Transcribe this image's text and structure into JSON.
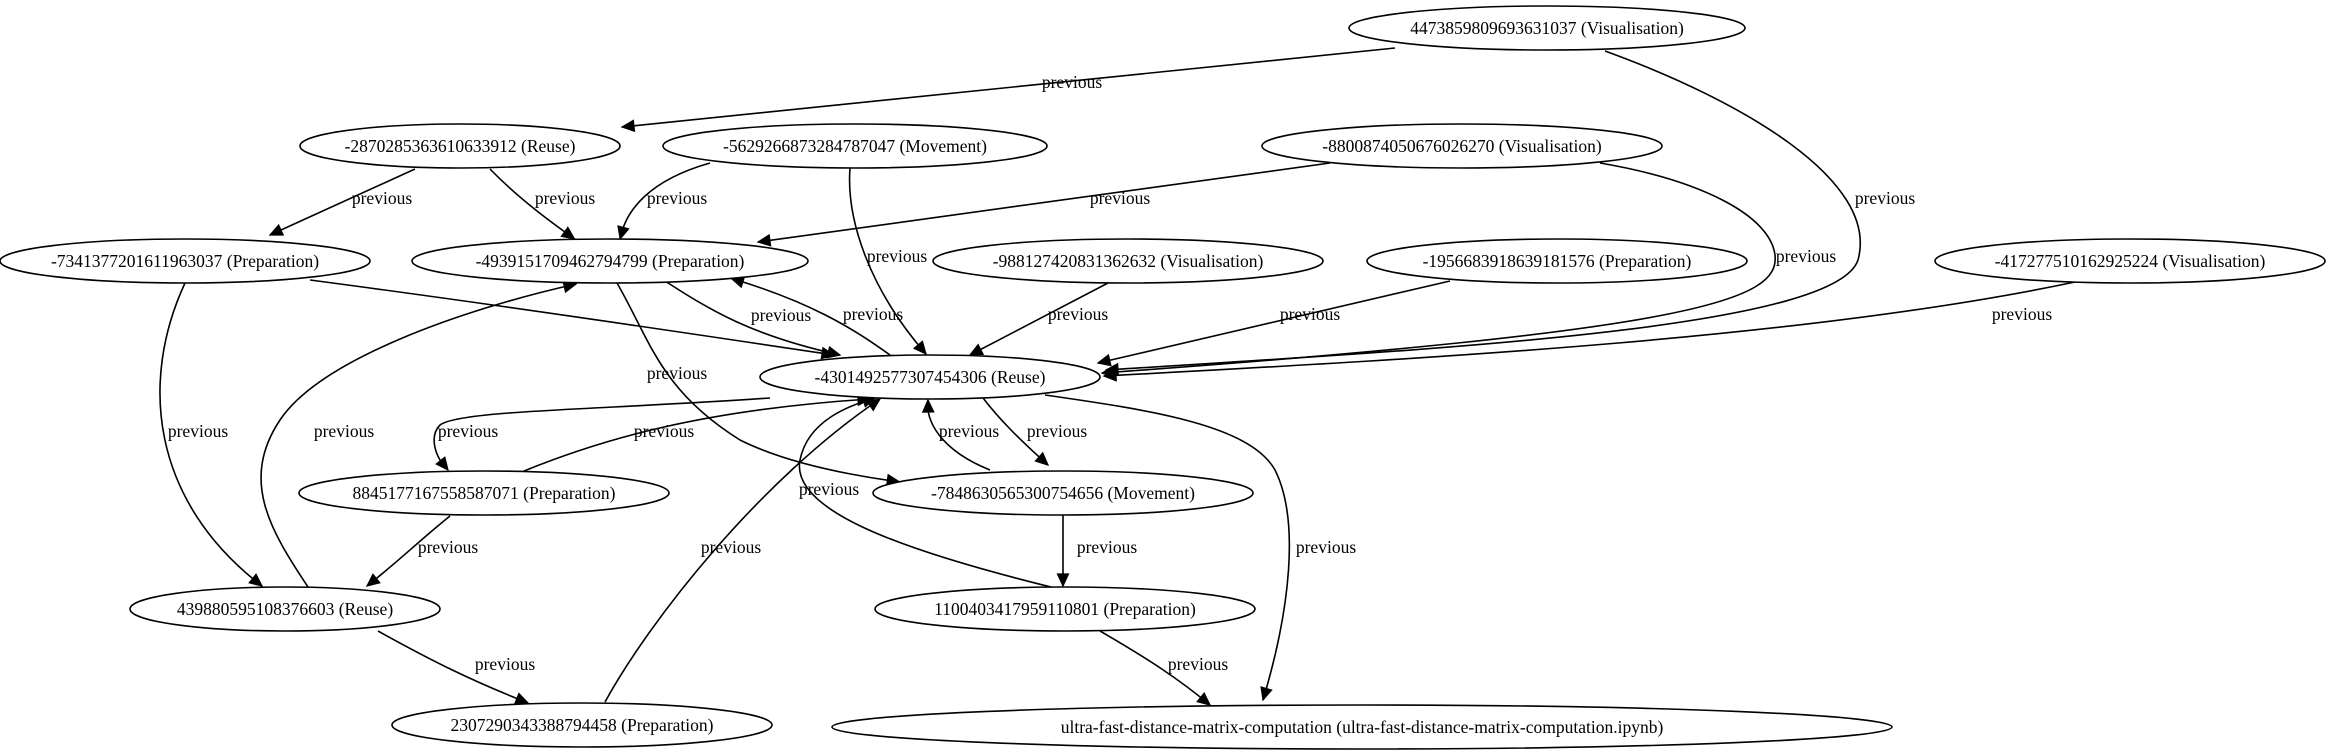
{
  "edge_label": "previous",
  "nodes": [
    {
      "id": "n_vis_447",
      "label": "4473859809693631037 (Visualisation)"
    },
    {
      "id": "n_reuse_287",
      "label": "-2870285363610633912 (Reuse)"
    },
    {
      "id": "n_mov_562",
      "label": "-5629266873284787047 (Movement)"
    },
    {
      "id": "n_vis_880",
      "label": "-8800874050676026270 (Visualisation)"
    },
    {
      "id": "n_prep_734",
      "label": "-7341377201611963037 (Preparation)"
    },
    {
      "id": "n_prep_493",
      "label": "-4939151709462794799 (Preparation)"
    },
    {
      "id": "n_vis_988",
      "label": "-988127420831362632 (Visualisation)"
    },
    {
      "id": "n_prep_195",
      "label": "-1956683918639181576 (Preparation)"
    },
    {
      "id": "n_vis_417",
      "label": "-417277510162925224 (Visualisation)"
    },
    {
      "id": "n_reuse_430",
      "label": "-4301492577307454306 (Reuse)"
    },
    {
      "id": "n_prep_884",
      "label": "8845177167558587071 (Preparation)"
    },
    {
      "id": "n_mov_784",
      "label": "-7848630565300754656 (Movement)"
    },
    {
      "id": "n_reuse_439",
      "label": "439880595108376603 (Reuse)"
    },
    {
      "id": "n_prep_110",
      "label": "1100403417959110801 (Preparation)"
    },
    {
      "id": "n_prep_230",
      "label": "2307290343388794458 (Preparation)"
    },
    {
      "id": "n_notebook",
      "label": "ultra-fast-distance-matrix-computation (ultra-fast-distance-matrix-computation.ipynb)"
    }
  ],
  "edges": [
    {
      "from": "n_vis_447",
      "to": "n_reuse_287",
      "label": "previous"
    },
    {
      "from": "n_vis_447",
      "to": "n_reuse_430",
      "label": "previous"
    },
    {
      "from": "n_reuse_287",
      "to": "n_prep_734",
      "label": "previous"
    },
    {
      "from": "n_reuse_287",
      "to": "n_prep_493",
      "label": "previous"
    },
    {
      "from": "n_mov_562",
      "to": "n_prep_493",
      "label": "previous"
    },
    {
      "from": "n_mov_562",
      "to": "n_reuse_430",
      "label": "previous"
    },
    {
      "from": "n_vis_880",
      "to": "n_prep_493",
      "label": "previous"
    },
    {
      "from": "n_vis_880",
      "to": "n_reuse_430",
      "label": "previous"
    },
    {
      "from": "n_prep_734",
      "to": "n_reuse_430",
      "label": "previous"
    },
    {
      "from": "n_prep_734",
      "to": "n_reuse_439",
      "label": "previous"
    },
    {
      "from": "n_prep_493",
      "to": "n_reuse_430",
      "label": "previous"
    },
    {
      "from": "n_prep_493",
      "to": "n_mov_784",
      "label": "previous"
    },
    {
      "from": "n_reuse_430",
      "to": "n_prep_493",
      "label": "previous"
    },
    {
      "from": "n_vis_988",
      "to": "n_reuse_430",
      "label": "previous"
    },
    {
      "from": "n_prep_195",
      "to": "n_reuse_430",
      "label": "previous"
    },
    {
      "from": "n_vis_417",
      "to": "n_reuse_430",
      "label": "previous"
    },
    {
      "from": "n_reuse_430",
      "to": "n_prep_884",
      "label": "previous"
    },
    {
      "from": "n_reuse_430",
      "to": "n_mov_784",
      "label": "previous"
    },
    {
      "from": "n_reuse_430",
      "to": "n_notebook",
      "label": "previous"
    },
    {
      "from": "n_prep_884",
      "to": "n_reuse_430",
      "label": "previous"
    },
    {
      "from": "n_prep_884",
      "to": "n_reuse_439",
      "label": "previous"
    },
    {
      "from": "n_mov_784",
      "to": "n_reuse_430",
      "label": "previous"
    },
    {
      "from": "n_mov_784",
      "to": "n_prep_110",
      "label": "previous"
    },
    {
      "from": "n_reuse_439",
      "to": "n_prep_493",
      "label": "previous"
    },
    {
      "from": "n_reuse_439",
      "to": "n_prep_230",
      "label": "previous"
    },
    {
      "from": "n_prep_110",
      "to": "n_reuse_430",
      "label": "previous"
    },
    {
      "from": "n_prep_110",
      "to": "n_notebook",
      "label": "previous"
    },
    {
      "from": "n_prep_230",
      "to": "n_reuse_430",
      "label": "previous"
    }
  ]
}
